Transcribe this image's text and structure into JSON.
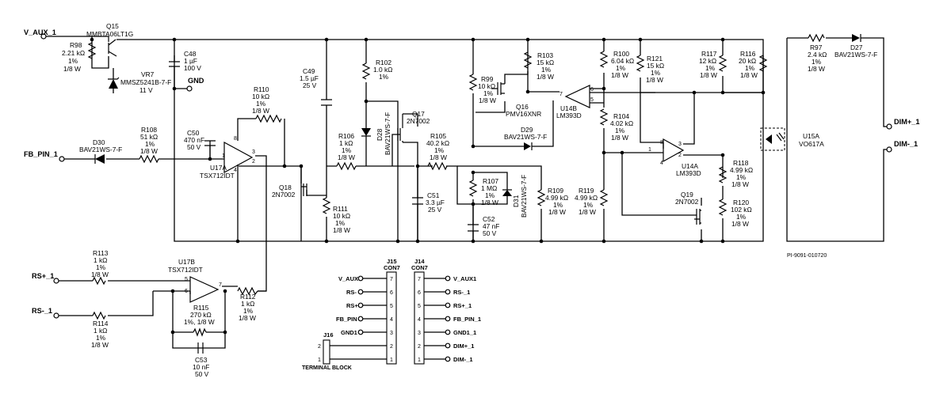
{
  "nets": {
    "v_aux_1": "V_AUX_1",
    "gnd": "GND",
    "fb_pin_1": "FB_PIN_1",
    "rs_plus_1": "RS+_1",
    "rs_minus_1": "RS-_1",
    "dim_plus_1": "DIM+_1",
    "dim_minus_1": "DIM-_1"
  },
  "components": {
    "q15": {
      "ref": "Q15",
      "value": "MMBTA06LT1G"
    },
    "r98": {
      "ref": "R98",
      "value": "2.21 kΩ",
      "tol": "1%",
      "power": "1/8 W"
    },
    "vr7": {
      "ref": "VR7",
      "value": "MMSZ5241B-7-F",
      "extra": "11 V"
    },
    "c48": {
      "ref": "C48",
      "value": "1 µF",
      "extra": "100 V"
    },
    "r110": {
      "ref": "R110",
      "value": "10 kΩ",
      "tol": "1%",
      "power": "1/8 W"
    },
    "c50": {
      "ref": "C50",
      "value": "470 nF",
      "extra": "50 V"
    },
    "r108": {
      "ref": "R108",
      "value": "51 kΩ",
      "tol": "1%",
      "power": "1/8 W"
    },
    "d30": {
      "ref": "D30",
      "value": "BAV21WS-7-F"
    },
    "u17a": {
      "ref": "U17A",
      "value": "TSX712IDT"
    },
    "c49": {
      "ref": "C49",
      "value": "1.5 µF",
      "extra": "25 V"
    },
    "q18": {
      "ref": "Q18",
      "value": "2N7002"
    },
    "r111": {
      "ref": "R111",
      "value": "10 kΩ",
      "tol": "1%",
      "power": "1/8 W"
    },
    "r102": {
      "ref": "R102",
      "value": "1.0 kΩ",
      "tol": "1%"
    },
    "r106": {
      "ref": "R106",
      "value": "1 kΩ",
      "tol": "1%",
      "power": "1/8 W"
    },
    "d28": {
      "ref": "D28",
      "value": "BAV21WS-7-F"
    },
    "q17": {
      "ref": "Q17",
      "value": "2N7002"
    },
    "r105": {
      "ref": "R105",
      "value": "40.2 kΩ",
      "tol": "1%",
      "power": "1/8 W"
    },
    "c51": {
      "ref": "C51",
      "value": "3.3 µF",
      "extra": "25 V"
    },
    "r99": {
      "ref": "R99",
      "value": "10 kΩ",
      "tol": "1%",
      "power": "1/8 W"
    },
    "q16": {
      "ref": "Q16",
      "value": "PMV16XNR"
    },
    "r103": {
      "ref": "R103",
      "value": "15 kΩ",
      "tol": "1%",
      "power": "1/8 W"
    },
    "d29": {
      "ref": "D29",
      "value": "BAV21WS-7-F"
    },
    "r107": {
      "ref": "R107",
      "value": "1 MΩ",
      "tol": "1%",
      "power": "1/8 W"
    },
    "d31": {
      "ref": "D31",
      "value": "BAV21WS-7-F"
    },
    "c52": {
      "ref": "C52",
      "value": "47 nF",
      "extra": "50 V"
    },
    "r109": {
      "ref": "R109",
      "value": "4.99 kΩ",
      "tol": "1%",
      "power": "1/8 W"
    },
    "u14b": {
      "ref": "U14B",
      "value": "LM393D"
    },
    "r100": {
      "ref": "R100",
      "value": "6.04 kΩ",
      "tol": "1%",
      "power": "1/8 W"
    },
    "r121": {
      "ref": "R121",
      "value": "15 kΩ",
      "tol": "1%",
      "power": "1/8 W"
    },
    "r104": {
      "ref": "R104",
      "value": "4.02 kΩ",
      "tol": "1%",
      "power": "1/8 W"
    },
    "r119": {
      "ref": "R119",
      "value": "4.99 kΩ",
      "tol": "1%",
      "power": "1/8 W"
    },
    "u14a": {
      "ref": "U14A",
      "value": "LM393D"
    },
    "r117": {
      "ref": "R117",
      "value": "12 kΩ",
      "tol": "1%",
      "power": "1/8 W"
    },
    "r116": {
      "ref": "R116",
      "value": "20 kΩ",
      "tol": "1%",
      "power": "1/8 W"
    },
    "r118": {
      "ref": "R118",
      "value": "4.99 kΩ",
      "tol": "1%",
      "power": "1/8 W"
    },
    "q19": {
      "ref": "Q19",
      "value": "2N7002"
    },
    "r120": {
      "ref": "R120",
      "value": "102 kΩ",
      "tol": "1%",
      "power": "1/8 W"
    },
    "u15a": {
      "ref": "U15A",
      "value": "VO617A"
    },
    "r97": {
      "ref": "R97",
      "value": "2.4 kΩ",
      "tol": "1%",
      "power": "1/8 W"
    },
    "d27": {
      "ref": "D27",
      "value": "BAV21WS-7-F"
    },
    "r113": {
      "ref": "R113",
      "value": "1 kΩ",
      "tol": "1%",
      "power": "1/8 W"
    },
    "r114": {
      "ref": "R114",
      "value": "1 kΩ",
      "tol": "1%",
      "power": "1/8 W"
    },
    "u17b": {
      "ref": "U17B",
      "value": "TSX712IDT"
    },
    "r115": {
      "ref": "R115",
      "value": "270 kΩ",
      "tol": "1%, 1/8 W"
    },
    "c53": {
      "ref": "C53",
      "value": "10 nF",
      "extra": "50 V"
    },
    "r112": {
      "ref": "R112",
      "value": "1 kΩ",
      "tol": "1%",
      "power": "1/8 W"
    }
  },
  "pins": {
    "u17a": [
      "8",
      "3",
      "1",
      "2",
      "4"
    ],
    "u17b": [
      "5",
      "6",
      "7"
    ],
    "u14b": [
      "6",
      "5",
      "7"
    ],
    "u14a": [
      "8",
      "3",
      "1",
      "2",
      "4"
    ]
  },
  "connectors": {
    "j15": {
      "ref": "J15",
      "type": "CON7",
      "pins": [
        "7",
        "6",
        "5",
        "4",
        "3",
        "2",
        "1"
      ],
      "labels": [
        "V_AUX",
        "RS-",
        "RS+",
        "FB_PIN",
        "GND1"
      ]
    },
    "j14": {
      "ref": "J14",
      "type": "CON7",
      "pins": [
        "7",
        "6",
        "5",
        "4",
        "3",
        "2",
        "1"
      ],
      "labels": [
        "V_AUX1",
        "RS-_1",
        "RS+_1",
        "FB_PIN_1",
        "GND1_1",
        "DIM+_1",
        "DIM-_1"
      ]
    },
    "j16": {
      "ref": "J16",
      "pins": [
        "2",
        "1"
      ],
      "label": "TERMINAL BLOCK"
    }
  },
  "drawing_id": "PI-9091-010720"
}
